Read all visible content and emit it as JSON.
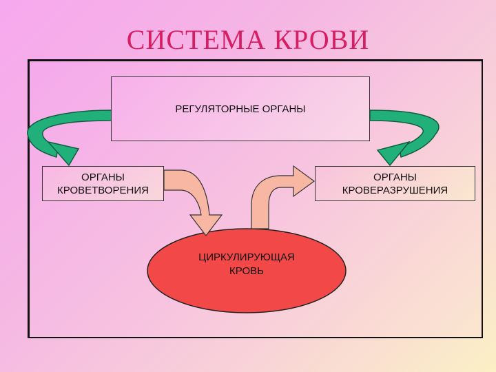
{
  "title": "СИСТЕМА КРОВИ",
  "nodes": {
    "regulatory": "РЕГУЛЯТОРНЫЕ ОРГАНЫ",
    "hematopoiesis": [
      "ОРГАНЫ",
      "КРОВЕТВОРЕНИЯ"
    ],
    "destruction": [
      "ОРГАНЫ",
      "КРОВЕРАЗРУШЕНИЯ"
    ],
    "blood": [
      "ЦИРКУЛИРУЮЩАЯ",
      "КРОВЬ"
    ]
  },
  "colors": {
    "title": "#d81e62",
    "curved_arrows": "#22b07a",
    "block_arrows": "#f7b7a3",
    "blood_ellipse": "#f24848"
  }
}
